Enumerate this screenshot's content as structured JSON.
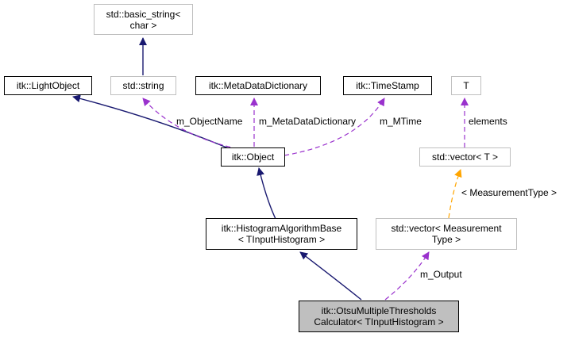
{
  "colors": {
    "inheritance": "#191970",
    "usage": "#9a32cd",
    "template": "#ffa500",
    "solid_border": "#000000",
    "grey_border": "#bfbfbf",
    "focus_fill": "#bfbfbf"
  },
  "nodes": {
    "basic_string": {
      "line1": "std::basic_string<",
      "line2": "char >"
    },
    "string": {
      "line1": "std::string"
    },
    "light_object": {
      "line1": "itk::LightObject"
    },
    "meta_data_dictionary": {
      "line1": "itk::MetaDataDictionary"
    },
    "time_stamp": {
      "line1": "itk::TimeStamp"
    },
    "t": {
      "line1": "T"
    },
    "object": {
      "line1": "itk::Object"
    },
    "vector_t": {
      "line1": "std::vector< T >"
    },
    "histogram_algorithm_base": {
      "line1": "itk::HistogramAlgorithmBase",
      "line2": "< TInputHistogram >"
    },
    "vector_measurement": {
      "line1": "std::vector< Measurement",
      "line2": "Type >"
    },
    "otsu": {
      "line1": "itk::OtsuMultipleThresholds",
      "line2": "Calculator< TInputHistogram >"
    }
  },
  "edge_labels": {
    "object_name": "m_ObjectName",
    "meta_data_dictionary": "m_MetaDataDictionary",
    "mtime": "m_MTime",
    "elements": "elements",
    "measurement_type": "< MeasurementType >",
    "output": "m_Output"
  }
}
